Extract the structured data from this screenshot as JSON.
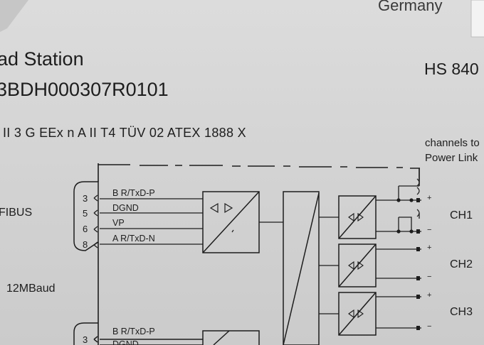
{
  "header": {
    "country": "Germany",
    "title": "ad Station",
    "part_number": "3BDH000307R0101",
    "model": "HS 840",
    "certification": "II 3 G   EEx n A II T4   TÜV 02 ATEX 1888 X"
  },
  "note": {
    "line1": "channels to",
    "line2": "Power Link"
  },
  "bus": {
    "label": "FIBUS",
    "baud": "12MBaud"
  },
  "connector1": {
    "pins": [
      "3",
      "5",
      "6",
      "8"
    ],
    "signals": [
      "B R/TxD-P",
      "DGND",
      "VP",
      "A R/TxD-N"
    ]
  },
  "connector2": {
    "pins": [
      "3"
    ],
    "signals": [
      "B R/TxD-P",
      "DGND"
    ]
  },
  "channels": [
    "CH1",
    "CH2",
    "CH3"
  ],
  "polarity": {
    "plus": "+",
    "minus": "−"
  },
  "colors": {
    "background": "#d6d6d6",
    "ink": "#1d1d1d"
  }
}
